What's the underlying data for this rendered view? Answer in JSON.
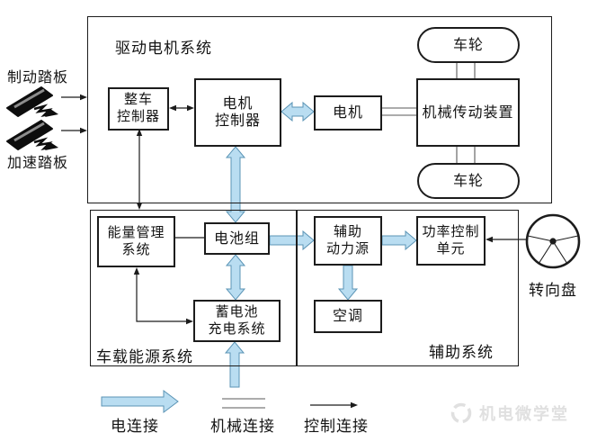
{
  "colors": {
    "background": "#ffffff",
    "line": "#1c1c1c",
    "mechanical_line": "#5a5a5a",
    "electric_arrow_fill": "#b9ddf1",
    "electric_arrow_stroke": "#5b94b5",
    "watermark": "#e0e0e0"
  },
  "systems": {
    "drive": "驱动电机系统",
    "energy": "车载能源系统",
    "aux": "辅助系统"
  },
  "blocks": {
    "vehicle_controller": "整车\n控制器",
    "motor_controller": "电机\n控制器",
    "motor": "电机",
    "transmission": "机械传动装置",
    "wheel_top": "车轮",
    "wheel_bottom": "车轮",
    "energy_management": "能量管理\n系统",
    "battery_pack": "电池组",
    "battery_charging": "蓄电池\n充电系统",
    "aux_power": "辅助\n动力源",
    "power_control": "功率控制\n单元",
    "air_conditioner": "空调"
  },
  "inputs": {
    "brake_pedal": "制动踏板",
    "accel_pedal": "加速踏板",
    "steering_wheel": "转向盘"
  },
  "legend": {
    "electric": "电连接",
    "mechanical": "机械连接",
    "control": "控制连接"
  },
  "watermark": {
    "text": "机电微学堂"
  }
}
